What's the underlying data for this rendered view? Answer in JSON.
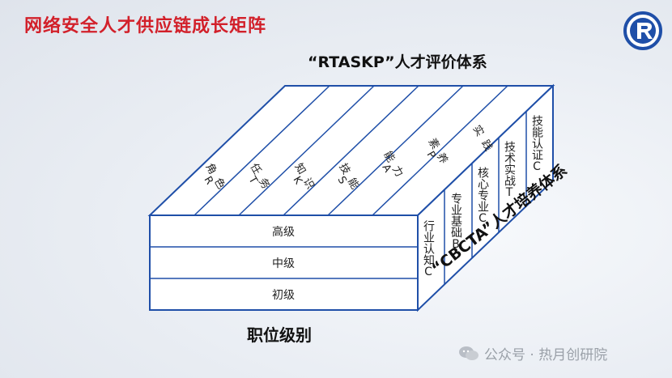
{
  "title": "网络安全人才供应链成长矩阵",
  "top_caption": "“RTASKP”人才评价体系",
  "top_dimensions": [
    {
      "label": "角色",
      "code": "R"
    },
    {
      "label": "任务",
      "code": "T"
    },
    {
      "label": "知识",
      "code": "K"
    },
    {
      "label": "技能",
      "code": "S"
    },
    {
      "label": "能力",
      "code": "A"
    },
    {
      "label": "素养",
      "code": "P"
    },
    {
      "label": "实践",
      "code": ""
    }
  ],
  "right_columns": [
    {
      "label": "行业认知",
      "code": "C"
    },
    {
      "label": "专业基础",
      "code": "B"
    },
    {
      "label": "核心专业",
      "code": "C"
    },
    {
      "label": "技术实战",
      "code": "T"
    },
    {
      "label": "技能认证",
      "code": "C"
    }
  ],
  "levels": [
    "高级",
    "中级",
    "初级"
  ],
  "front_caption": "职位级别",
  "side_caption": "“CBCTA”人才培养体系",
  "watermark": "公众号 · 热月创研院",
  "colors": {
    "title": "#d2202a",
    "line": "#1f4fa8"
  }
}
